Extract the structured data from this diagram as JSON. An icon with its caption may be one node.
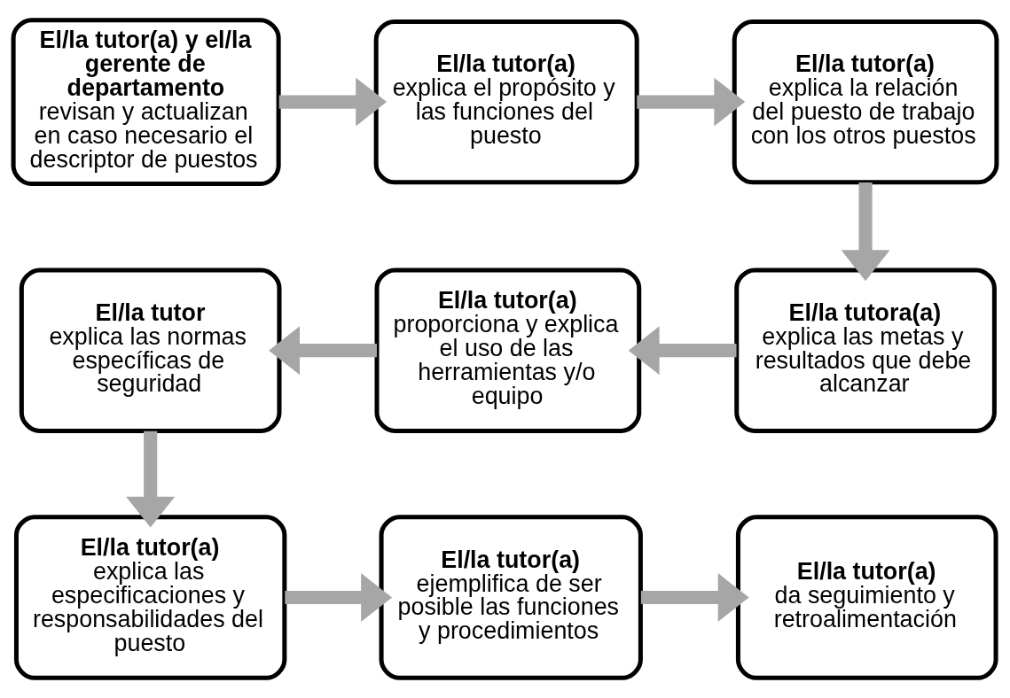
{
  "diagram": {
    "nodes": [
      {
        "text": [
          "El/la tutor(a) y el/la gerente de departamento",
          "revisan y actualizan en caso necesario el descriptor de puestos"
        ]
      },
      {
        "text": [
          "El/la tutor(a)",
          "explica el propósito y las funciones del puesto"
        ]
      },
      {
        "text": [
          "El/la tutor(a)",
          "explica la relación del puesto de trabajo con los otros puestos"
        ]
      },
      {
        "text": [
          "El/la tutor",
          "explica las normas específicas de seguridad"
        ]
      },
      {
        "text": [
          "El/la tutor(a)",
          "proporciona y explica el uso de las herramientas y/o equipo"
        ]
      },
      {
        "text": [
          "El/la tutora(a)",
          "explica las metas y resultados que debe alcanzar"
        ]
      },
      {
        "text": [
          "El/la tutor(a)",
          "explica las especificaciones y responsabilidades del puesto"
        ]
      },
      {
        "text": [
          "El/la tutor(a)",
          "ejemplifica de ser posible las funciones y procedimientos"
        ]
      },
      {
        "text": [
          "El/la tutor(a)",
          "da seguimiento y retroalimentación"
        ]
      }
    ],
    "edges": [
      {
        "from": 0,
        "to": 1,
        "arrow": "to"
      },
      {
        "from": 1,
        "to": 2,
        "arrow": "to"
      },
      {
        "from": 2,
        "to": 5,
        "arrow": "to"
      },
      {
        "from": 5,
        "to": 4,
        "arrow": "to"
      },
      {
        "from": 4,
        "to": 3,
        "arrow": "to"
      },
      {
        "from": 3,
        "to": 6,
        "arrow": "to"
      },
      {
        "from": 6,
        "to": 7,
        "arrow": "to"
      },
      {
        "from": 7,
        "to": 8,
        "arrow": "to"
      }
    ]
  }
}
